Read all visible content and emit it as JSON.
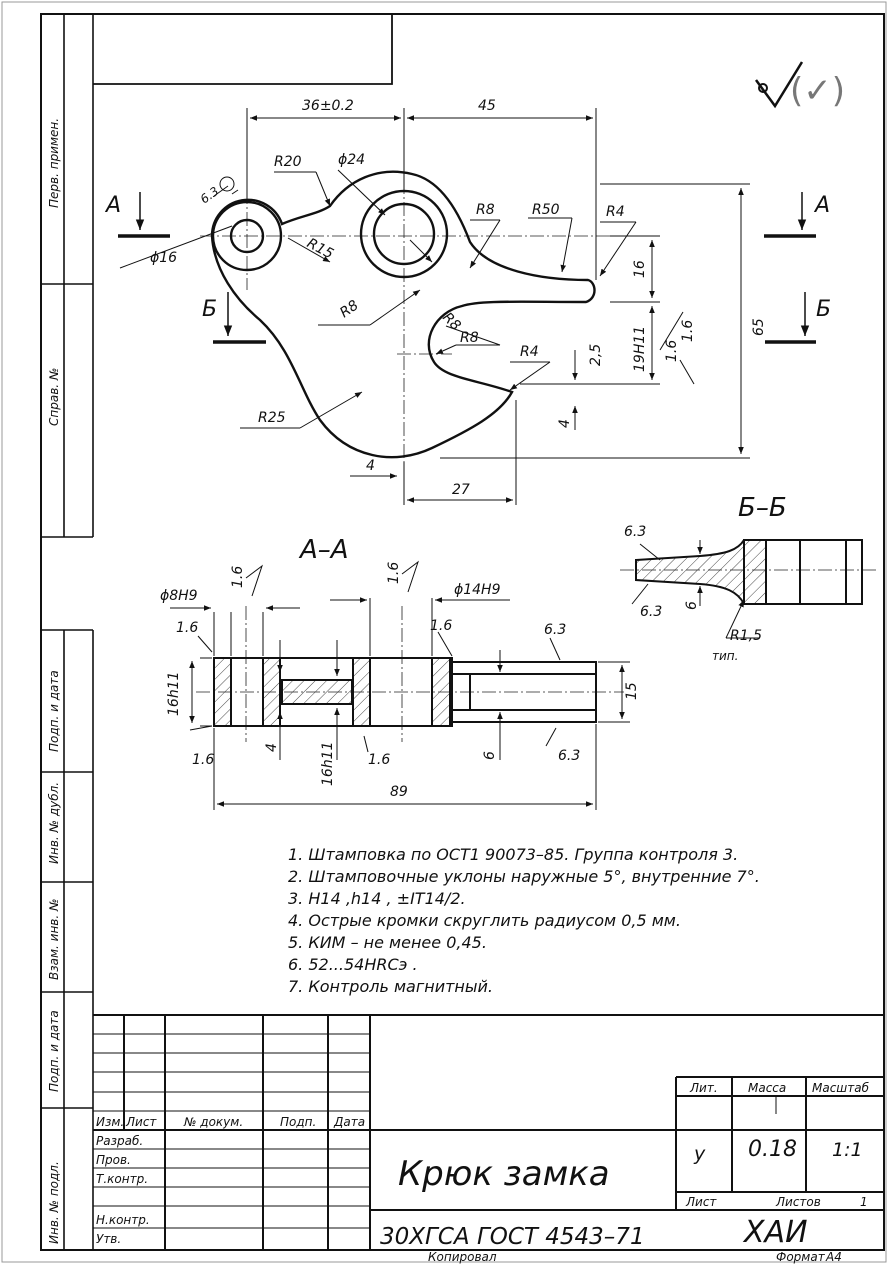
{
  "side_labels": {
    "perv_primen": "Перв. примен.",
    "sprav_no": "Справ. №",
    "podp_data_1": "Подп. и дата",
    "inv_dubl": "Инв. № дубл.",
    "vzam_inv": "Взам. инв. №",
    "podp_data_2": "Подп. и дата",
    "inv_podl": "Инв. № подл."
  },
  "roughness": {
    "general": "(✓)"
  },
  "main_view": {
    "dims": {
      "d36": "36±0.2",
      "d45": "45",
      "r20": "R20",
      "phi24": "ϕ24",
      "v63": "6.3",
      "r8a": "R8",
      "r50": "R50",
      "r4a": "R4",
      "phi16": "ϕ16",
      "r15": "R15",
      "d16": "16",
      "r8b": "R8",
      "r8c": "R8",
      "r8d": "R8",
      "r4b": "R4",
      "d25": "2,5",
      "d19": "19H11",
      "d16r": "1.6",
      "d65": "65",
      "d16r2": "1.6",
      "r25": "R25",
      "d4a": "4",
      "d4b": "4",
      "d27": "27"
    },
    "section_a_left": "А",
    "section_a_right": "А",
    "section_b_left": "Б",
    "section_b_right": "Б"
  },
  "section_aa": {
    "title": "А–А",
    "dims": {
      "phi8": "ϕ8H9",
      "r16a": "1.6",
      "r16b": "1.6",
      "phi14": "ϕ14H9",
      "r16c": "1.6",
      "r16d": "1.6",
      "r63a": "6.3",
      "d16h11a": "16h11",
      "d15": "15",
      "r16e": "1.6",
      "d4": "4",
      "d16h11b": "16h11",
      "r16f": "1.6",
      "d6": "6",
      "r63b": "6.3",
      "d89": "89"
    }
  },
  "section_bb": {
    "title": "Б–Б",
    "dims": {
      "r63a": "6.3",
      "r63b": "6.3",
      "d6": "6",
      "r15": "R1,5",
      "tip": "тип."
    }
  },
  "notes": [
    "1. Штамповка по ОСТ1 90073–85. Группа контроля 3.",
    "2. Штамповочные уклоны наружные 5°, внутренние 7°.",
    "3. Н14 ,h14 , ±IT14/2.",
    "4. Острые кромки скруглить радиусом 0,5 мм.",
    "5. КИМ – не менее 0,45.",
    "6. 52...54HRCэ .",
    "7. Контроль магнитный."
  ],
  "title_block": {
    "col_izm": "Изм.",
    "col_list": "Лист",
    "col_doc": "№ докум.",
    "col_podp": "Подп.",
    "col_data": "Дата",
    "razrab": "Разраб.",
    "prov": "Пров.",
    "tkontr": "Т.контр.",
    "nkontr": "Н.контр.",
    "utv": "Утв.",
    "title": "Крюк замка",
    "material": "30ХГСА ГОСТ 4543–71",
    "lit_label": "Лит.",
    "massa_label": "Масса",
    "scale_label": "Масштаб",
    "lit_value": "у",
    "massa_value": "0.18",
    "scale_value": "1:1",
    "sheet_label": "Лист",
    "sheets_label": "Листов",
    "sheets_value": "1",
    "org": "ХАИ",
    "copied": "Копировал",
    "format_label": "Формат",
    "format_value": "А4"
  }
}
